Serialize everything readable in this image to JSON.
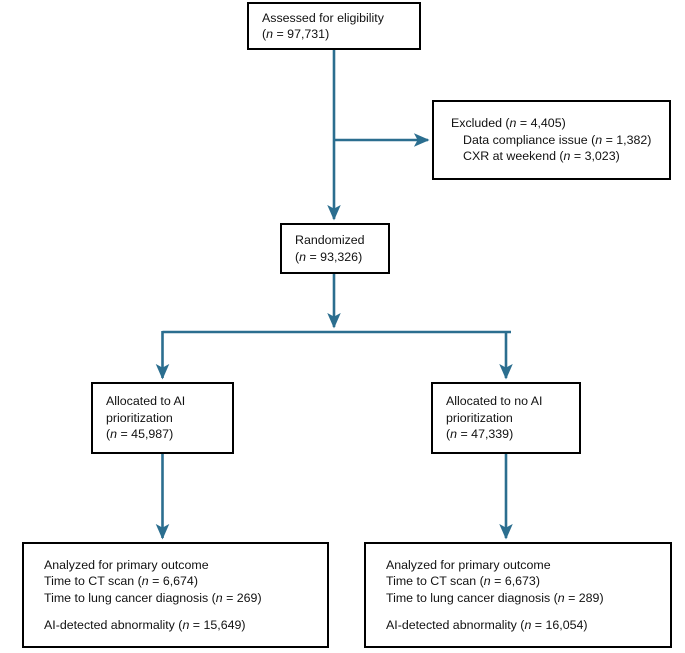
{
  "figure": {
    "type": "flowchart",
    "title": "CONSORT-style participant flow diagram",
    "connector_color": "#2b6e8f",
    "box_border_color": "#000000",
    "background": "#ffffff"
  },
  "nodes": {
    "assessed": {
      "name": "assessed-for-eligibility",
      "lines": [
        {
          "text": "Assessed for eligibility",
          "italic_prefix": ""
        },
        {
          "text": "(n = 97,731)"
        }
      ],
      "label": "Assessed for eligibility",
      "count_label": "(n = 97,731)",
      "n": 97731
    },
    "excluded": {
      "name": "excluded",
      "label": "Excluded (n = 4,405)",
      "n": 4405,
      "reasons": [
        {
          "label": "Data compliance issue (n = 1,382)",
          "n": 1382
        },
        {
          "label": "CXR at weekend (n = 3,023)",
          "n": 3023
        }
      ]
    },
    "randomized": {
      "name": "randomized",
      "label": "Randomized",
      "count_label": "(n = 93,326)",
      "n": 93326
    },
    "alloc_ai": {
      "name": "allocated-ai-prioritization",
      "label_line1": "Allocated to AI",
      "label_line2": "prioritization",
      "count_label": "(n = 45,987)",
      "n": 45987
    },
    "alloc_noai": {
      "name": "allocated-no-ai-prioritization",
      "label_line1": "Allocated to no AI",
      "label_line2": "prioritization",
      "count_label": "(n = 47,339)",
      "n": 47339
    },
    "outcome_ai": {
      "name": "analyzed-ai-arm",
      "heading": "Analyzed for primary outcome",
      "items": [
        {
          "label": "Time to CT scan (n = 6,674)",
          "n": 6674
        },
        {
          "label": "Time to lung cancer diagnosis (n = 269)",
          "n": 269
        }
      ],
      "secondary": {
        "label": "AI-detected abnormality (n = 15,649)",
        "n": 15649
      }
    },
    "outcome_noai": {
      "name": "analyzed-no-ai-arm",
      "heading": "Analyzed for primary outcome",
      "items": [
        {
          "label": "Time to CT scan (n = 6,673)",
          "n": 6673
        },
        {
          "label": "Time to lung cancer diagnosis (n = 289)",
          "n": 289
        }
      ],
      "secondary": {
        "label": "AI-detected abnormality (n = 16,054)",
        "n": 16054
      }
    }
  },
  "edges": [
    {
      "name": "assessed-to-randomized",
      "from": "assessed",
      "to": "randomized"
    },
    {
      "name": "assessed-to-excluded",
      "from": "assessed",
      "to": "excluded"
    },
    {
      "name": "randomized-to-split",
      "from": "randomized",
      "to": "split-bar"
    },
    {
      "name": "split-to-alloc-ai",
      "from": "split-bar",
      "to": "alloc_ai"
    },
    {
      "name": "split-to-alloc-noai",
      "from": "split-bar",
      "to": "alloc_noai"
    },
    {
      "name": "alloc-ai-to-outcome-ai",
      "from": "alloc_ai",
      "to": "outcome_ai"
    },
    {
      "name": "alloc-noai-to-outcome-noai",
      "from": "alloc_noai",
      "to": "outcome_noai"
    }
  ]
}
